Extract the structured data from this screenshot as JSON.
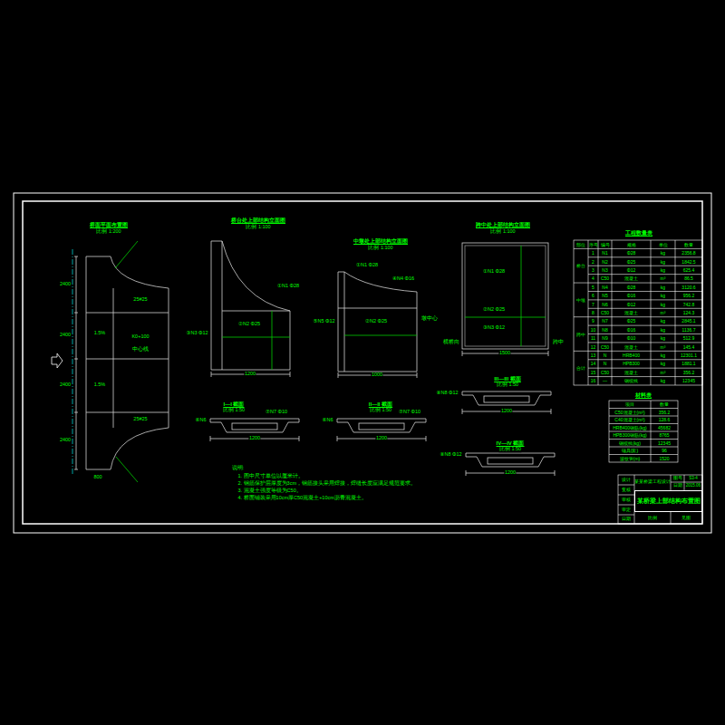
{
  "diagram": {
    "nodes": [
      {
        "text": [
          "某桥梁上部结构布置图"
        ]
      }
    ],
    "labels": [
      "桥面平面布置图",
      "比例 1:200",
      "桥台处上部结构立面图",
      "比例 1:100",
      "中墩处上部结构立面图",
      "比例 1:100",
      "跨中处上部结构立面图",
      "比例 1:100",
      "I—I 截面",
      "比例 1:50",
      "II—II 截面",
      "比例 1:50",
      "III—III 截面",
      "比例 1:50",
      "IV—IV 截面",
      "比例 1:50",
      "工程数量表",
      "材料表",
      "2400",
      "2400",
      "2400",
      "2400",
      "25#25",
      "1.5%",
      "K0+100",
      "中心线",
      "1.5%",
      "25#25",
      "800",
      "①N1 Φ28",
      "②N2 Φ25",
      "③N3 Φ12",
      "1200",
      "①N1 Φ28",
      "④N4 Φ16",
      "②N2 Φ25",
      "⑤N5 Φ12",
      "1000",
      "墩中心",
      "①N1 Φ28",
      "②N2 Φ25",
      "③N3 Φ12",
      "横桥向",
      "跨中",
      "1500",
      "⑥N6",
      "⑦N7 Φ10",
      "1200",
      "⑥N6",
      "⑦N7 Φ10",
      "1200",
      "⑧N8 Φ12",
      "1200",
      "⑧N8 Φ12",
      "1200",
      "说明:",
      "1. 图中尺寸单位以厘米计。",
      "2. 钢筋保护层厚度为3cm，钢筋接头采用焊接，焊缝长度应满足规范要求。",
      "3. 混凝土强度等级为C50。",
      "4. 桥面铺装采用10cm厚C50混凝土+10cm沥青混凝土。",
      "部位",
      "序号",
      "编号",
      "规格",
      "单位",
      "数量",
      "1",
      "N1",
      "Φ28",
      "kg",
      "2356.8",
      "2",
      "N2",
      "Φ25",
      "kg",
      "1842.5",
      "3",
      "N3",
      "Φ12",
      "kg",
      "625.4",
      "4",
      "C50",
      "混凝土",
      "m³",
      "86.5",
      "5",
      "N4",
      "Φ28",
      "kg",
      "3120.6",
      "6",
      "N5",
      "Φ16",
      "kg",
      "956.2",
      "7",
      "N6",
      "Φ12",
      "kg",
      "742.8",
      "8",
      "C50",
      "混凝土",
      "m³",
      "124.3",
      "9",
      "N7",
      "Φ25",
      "kg",
      "2845.1",
      "10",
      "N8",
      "Φ16",
      "kg",
      "1136.7",
      "11",
      "N9",
      "Φ10",
      "kg",
      "512.9",
      "12",
      "C50",
      "混凝土",
      "m³",
      "145.4",
      "13",
      "N",
      "HRB400",
      "kg",
      "12301.1",
      "14",
      "N",
      "HPB300",
      "kg",
      "1881.1",
      "15",
      "C50",
      "混凝土",
      "m³",
      "356.2",
      "16",
      "—",
      "钢绞线",
      "kg",
      "12345",
      "桥台",
      "中墩",
      "跨中",
      "合计",
      "项目",
      "数量",
      "C50混凝土(m³)",
      "356.2",
      "C40混凝土(m³)",
      "128.6",
      "HRB400钢筋(kg)",
      "45682",
      "HPB300钢筋(kg)",
      "8765",
      "钢绞线(kg)",
      "12345",
      "锚具(套)",
      "96",
      "波纹管(m)",
      "1520",
      "设计",
      "复核",
      "审核",
      "审定",
      "日期",
      "某某桥梁工程设计",
      "图号",
      "S3-4",
      "日期",
      "2015.06",
      "比例",
      "见图"
    ]
  }
}
